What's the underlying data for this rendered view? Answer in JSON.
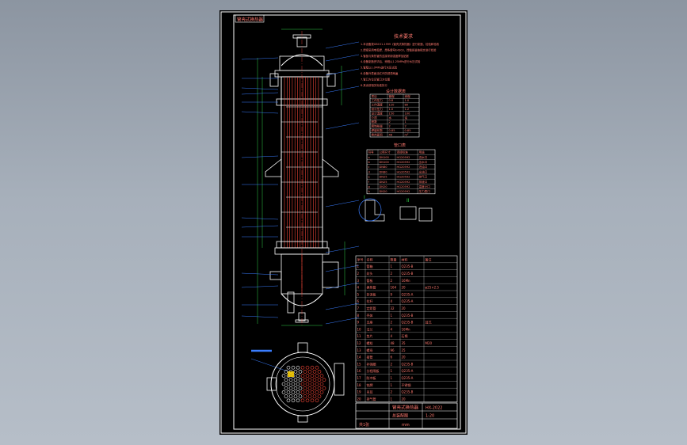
{
  "viewport": {
    "background": "#9aa3ae"
  },
  "drawing": {
    "corner_tag": "管壳式换热器",
    "title_block": {
      "name": "管壳式换热器",
      "drawing_no": "HX-2022",
      "sub": "总装配图",
      "scale": "1:20",
      "sheet": "共1张",
      "units": "mm"
    },
    "tech_req_title": "技术要求",
    "tech_req_lines": [
      "1.本设备按GB151-1999《管壳式换热器》进行制造、检验和验收",
      "2.焊接采用电弧焊，焊条牌号E4303，焊缝质量按规定进行检验",
      "3.管板与换热管的连接采用强度焊加贴胀",
      "4.设备制造完毕后，壳程以1.25MPa进行水压试验",
      "5.管程以1.0MPa进行水压试验",
      "6.设备外表面涂红丹防锈漆两遍",
      "7.管口方位见管口方位图",
      "8.其余按相关标准执行"
    ],
    "design_table_title": "设计数据表",
    "design_table": [
      [
        "项目",
        "管程",
        "壳程"
      ],
      [
        "工作压力",
        "0.8",
        "1.0"
      ],
      [
        "工作温度",
        "120",
        "80"
      ],
      [
        "设计压力",
        "1.0",
        "1.2"
      ],
      [
        "设计温度",
        "150",
        "100"
      ],
      [
        "介质",
        "水",
        "油"
      ],
      [
        "程数",
        "2",
        "1"
      ],
      [
        "腐蚀裕量",
        "2",
        "2"
      ],
      [
        "焊缝系数",
        "0.85",
        "0.85"
      ],
      [
        "换热面积",
        "48",
        "m²"
      ]
    ],
    "nozzle_table_title": "管口表",
    "nozzle_table": [
      [
        "符号",
        "公称尺寸",
        "连接标准",
        "用途"
      ],
      [
        "a",
        "DN100",
        "HG20592",
        "进水口"
      ],
      [
        "b",
        "DN100",
        "HG20592",
        "出水口"
      ],
      [
        "c",
        "DN80",
        "HG20592",
        "进油口"
      ],
      [
        "d",
        "DN80",
        "HG20592",
        "出油口"
      ],
      [
        "e",
        "DN25",
        "HG20592",
        "排气口"
      ],
      [
        "f",
        "DN25",
        "HG20592",
        "排液口"
      ],
      [
        "g",
        "DN20",
        "HG20592",
        "温度计口"
      ],
      [
        "h",
        "DN20",
        "HG20592",
        "压力表口"
      ]
    ],
    "detail_labels": [
      "I",
      "II"
    ],
    "bom_headers": [
      "序号",
      "名称",
      "数量",
      "材料",
      "备注"
    ],
    "bom_rows": [
      [
        "1",
        "管箱",
        "1",
        "Q235-B",
        ""
      ],
      [
        "2",
        "封头",
        "2",
        "Q235-B",
        ""
      ],
      [
        "3",
        "管板",
        "2",
        "16Mn",
        ""
      ],
      [
        "4",
        "换热管",
        "164",
        "20",
        "φ25×2.5"
      ],
      [
        "5",
        "折流板",
        "9",
        "Q235-A",
        ""
      ],
      [
        "6",
        "拉杆",
        "4",
        "Q235-A",
        ""
      ],
      [
        "7",
        "定距管",
        "32",
        "20",
        ""
      ],
      [
        "8",
        "壳体",
        "1",
        "Q235-B",
        ""
      ],
      [
        "9",
        "支座",
        "2",
        "Q235-B",
        "耳式"
      ],
      [
        "10",
        "法兰",
        "4",
        "16Mn",
        ""
      ],
      [
        "11",
        "垫片",
        "4",
        "石棉",
        ""
      ],
      [
        "12",
        "螺栓",
        "48",
        "35",
        "M20"
      ],
      [
        "13",
        "螺母",
        "96",
        "25",
        ""
      ],
      [
        "14",
        "接管",
        "6",
        "20",
        ""
      ],
      [
        "15",
        "补强圈",
        "2",
        "Q235-B",
        ""
      ],
      [
        "16",
        "分程隔板",
        "1",
        "Q235-A",
        ""
      ],
      [
        "17",
        "防冲板",
        "1",
        "Q235-A",
        ""
      ],
      [
        "18",
        "铭牌",
        "1",
        "不锈钢",
        ""
      ],
      [
        "19",
        "吊耳",
        "2",
        "Q235-B",
        ""
      ],
      [
        "20",
        "排气管",
        "1",
        "20",
        ""
      ]
    ],
    "colors": {
      "frame": "#ffffff",
      "geometry": "#ffffff",
      "tubes": "#ff4a3a",
      "leader": "#3a7dff",
      "dimension": "#33d24a",
      "text": "#ff7a70",
      "highlight": "#ffd400",
      "table": "#ffffff"
    }
  }
}
